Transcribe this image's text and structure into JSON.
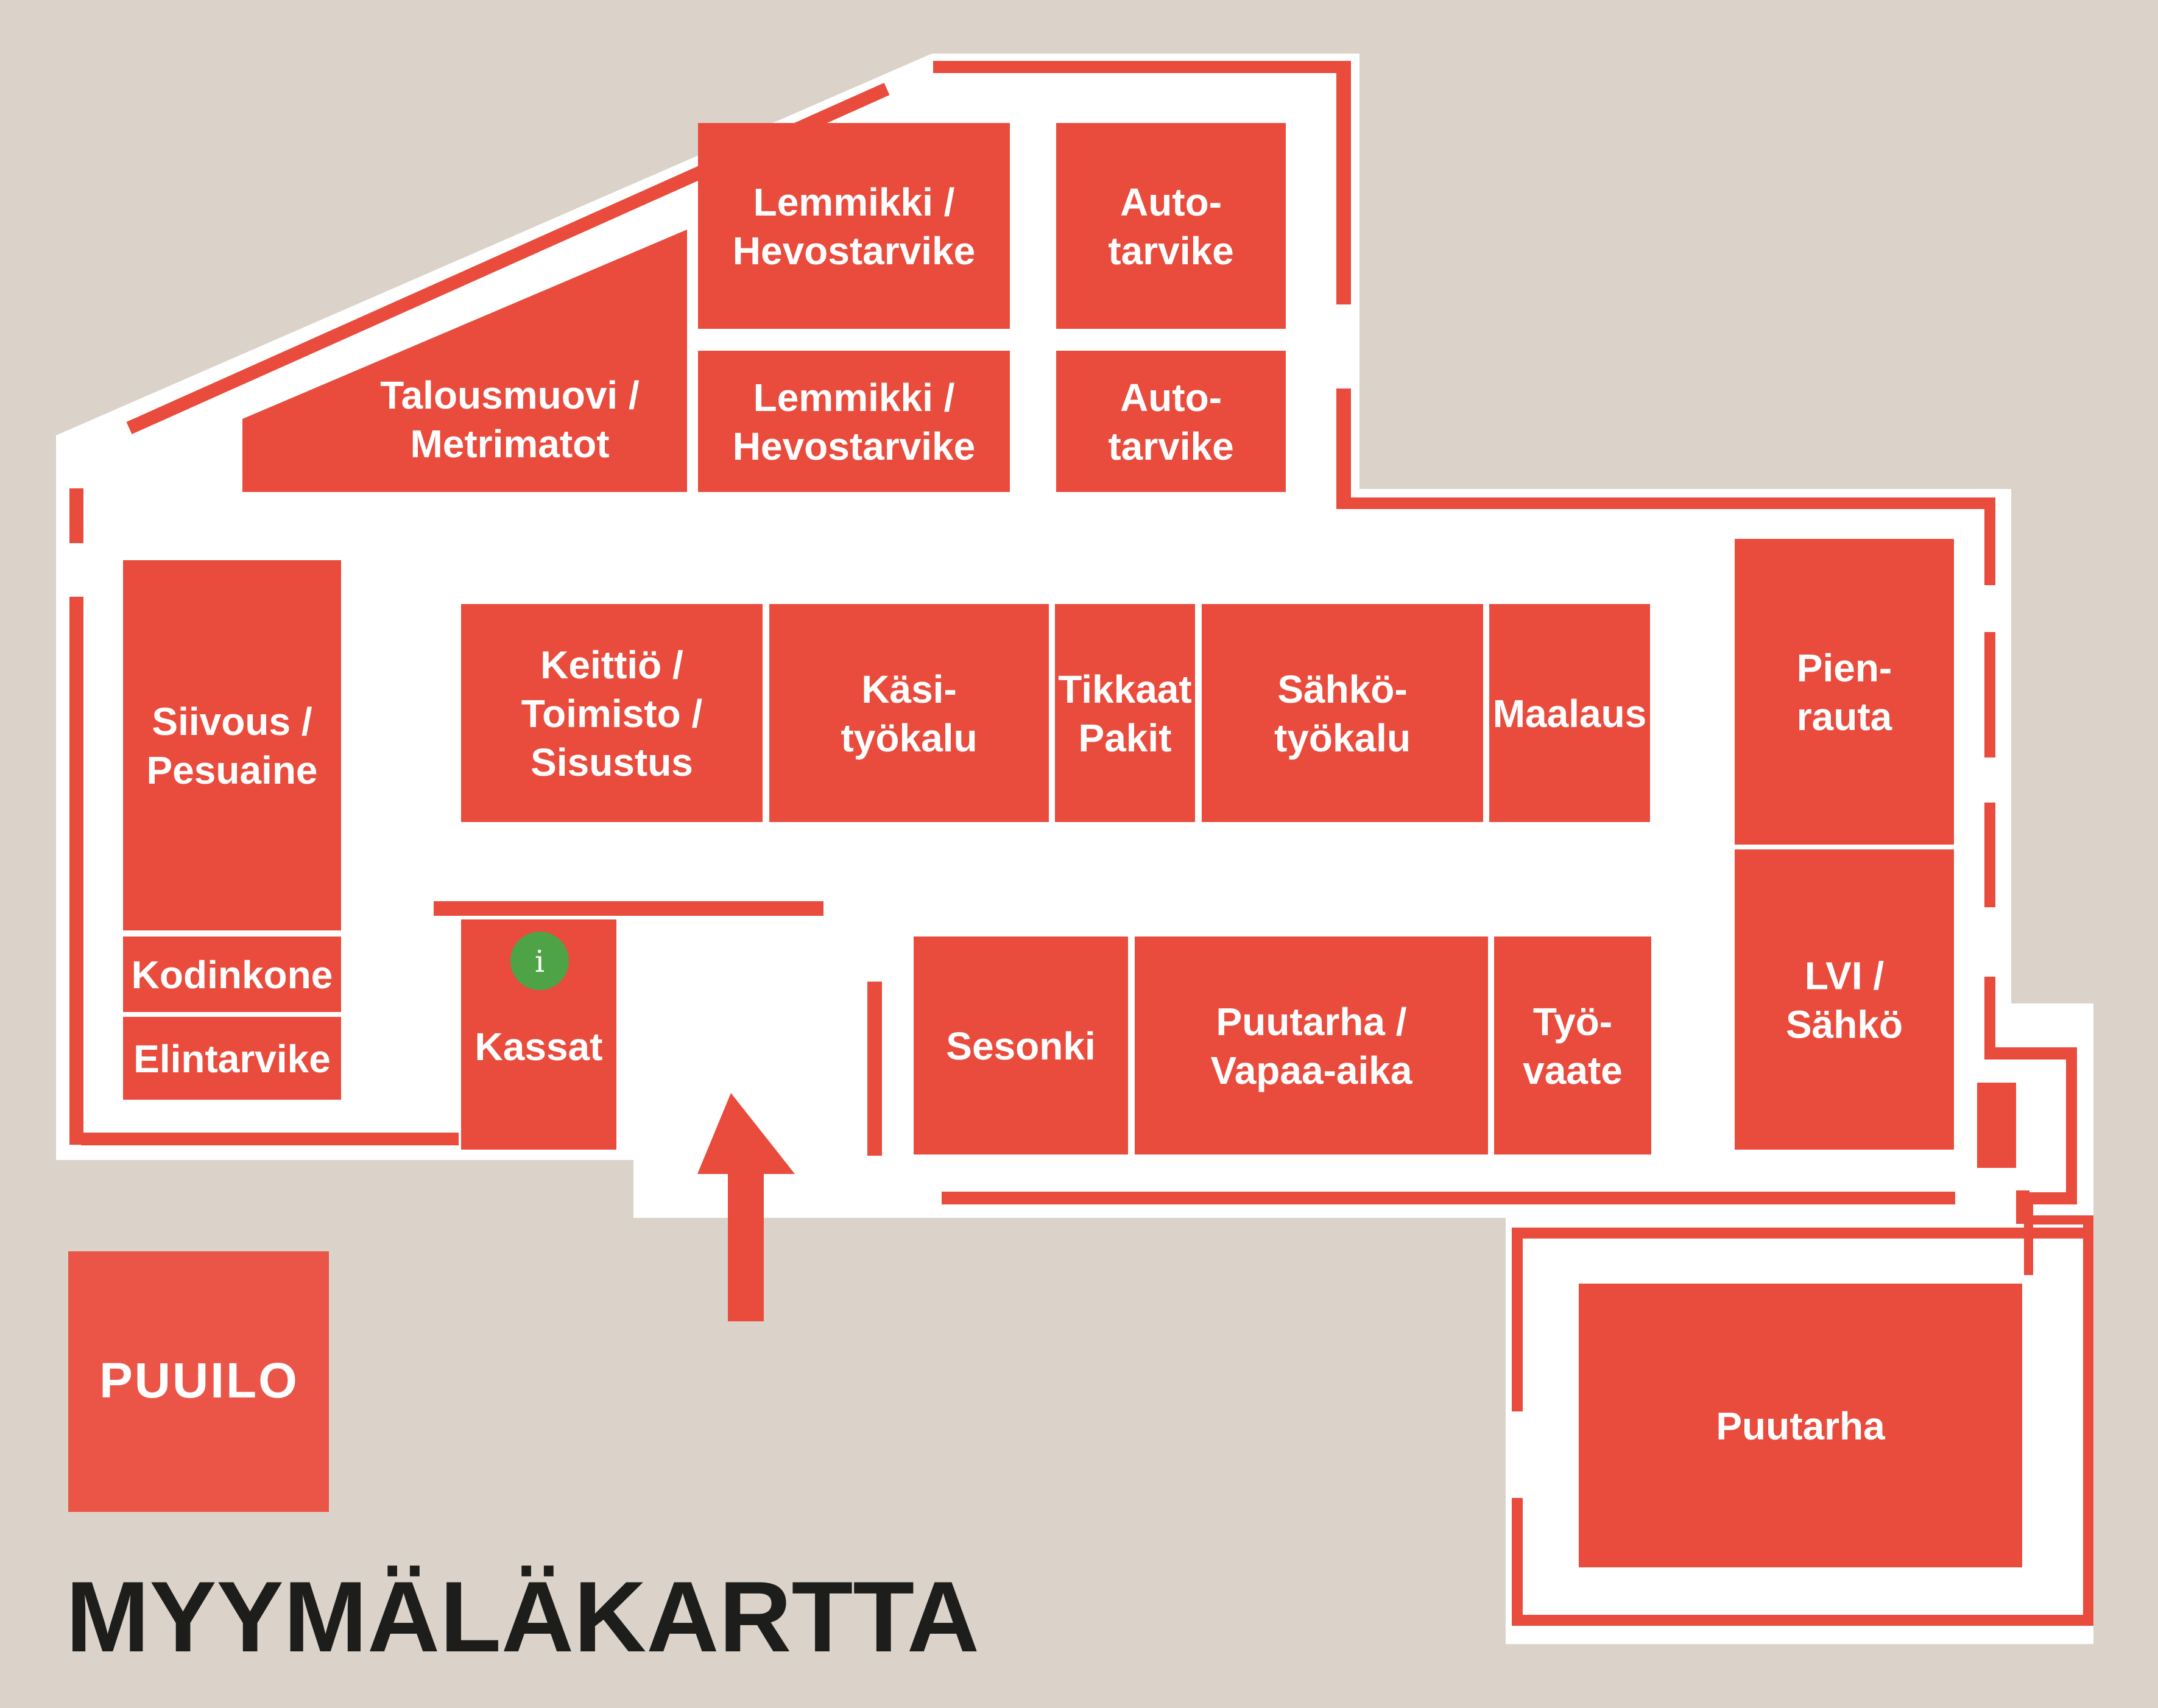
{
  "map": {
    "title": "MYYMÄLÄKARTTA",
    "logo_text": "PUUILO",
    "info_symbol": "i",
    "colors": {
      "background": "#dbd3ca",
      "floor": "#ffffff",
      "department": "#e94b3c",
      "logo": "#ea5547",
      "info": "#4ea346",
      "title": "#1d1d1b"
    }
  },
  "departments": [
    {
      "id": "lemmikki-1",
      "lines": [
        "Lemmikki /",
        "Hevostarvike"
      ]
    },
    {
      "id": "auto-1",
      "lines": [
        "Auto-",
        "tarvike"
      ]
    },
    {
      "id": "talousmuovi",
      "lines": [
        "Talousmuovi /",
        "Metrimatot"
      ]
    },
    {
      "id": "lemmikki-2",
      "lines": [
        "Lemmikki /",
        "Hevostarvike"
      ]
    },
    {
      "id": "auto-2",
      "lines": [
        "Auto-",
        "tarvike"
      ]
    },
    {
      "id": "siivous",
      "lines": [
        "Siivous /",
        "Pesuaine"
      ]
    },
    {
      "id": "kodinkone",
      "lines": [
        "Kodinkone"
      ]
    },
    {
      "id": "elintarvike",
      "lines": [
        "Elintarvike"
      ]
    },
    {
      "id": "keittio",
      "lines": [
        "Keittiö /",
        "Toimisto /",
        "Sisustus"
      ]
    },
    {
      "id": "kasityokalu",
      "lines": [
        "Käsi-",
        "työkalu"
      ]
    },
    {
      "id": "tikkaat",
      "lines": [
        "Tikkaat",
        "Pakit"
      ]
    },
    {
      "id": "sahkotyokalu",
      "lines": [
        "Sähkö-",
        "työkalu"
      ]
    },
    {
      "id": "maalaus",
      "lines": [
        "Maalaus"
      ]
    },
    {
      "id": "pienrauta",
      "lines": [
        "Pien-",
        "rauta"
      ]
    },
    {
      "id": "lvi",
      "lines": [
        "LVI /",
        "Sähkö"
      ]
    },
    {
      "id": "kassat",
      "lines": [
        "Kassat"
      ]
    },
    {
      "id": "sesonki",
      "lines": [
        "Sesonki"
      ]
    },
    {
      "id": "puutarha-vapaa",
      "lines": [
        "Puutarha /",
        "Vapaa-aika"
      ]
    },
    {
      "id": "tyovaate",
      "lines": [
        "Työ-",
        "vaate"
      ]
    },
    {
      "id": "puutarha",
      "lines": [
        "Puutarha"
      ]
    }
  ]
}
